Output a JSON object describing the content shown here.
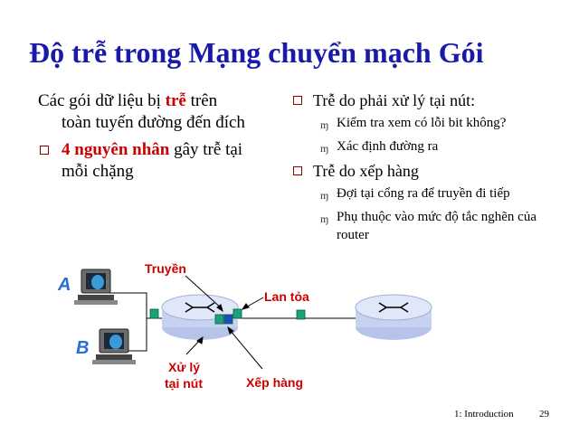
{
  "title": "Độ trễ trong Mạng chuyển mạch Gói",
  "left": {
    "intro_pre": "Các gói dữ liệu bị ",
    "intro_highlight": "trễ",
    "intro_post": " trên",
    "intro_line2": "toàn tuyến đường đến đích",
    "bullet_highlight": "4 nguyên nhân",
    "bullet_post": " gây trễ tại",
    "bullet_line2": "mỗi chặng"
  },
  "right": {
    "item1": "Trễ do phải xử lý tại nút:",
    "item1_sub1": "Kiểm tra xem có lỗi bit không?",
    "item1_sub2": "Xác định đường ra",
    "item2": "Trễ do xếp hàng",
    "item2_sub1": "Đợi tại cổng ra để truyền đi tiếp",
    "item2_sub2": "Phụ thuộc vào mức độ tắc nghẽn của router"
  },
  "diagram": {
    "host_a": "A",
    "host_b": "B",
    "label_transmit": "Truyền",
    "label_propagate": "Lan tỏa",
    "label_process_1": "Xử lý",
    "label_process_2": "tại nút",
    "label_queue": "Xếp hàng"
  },
  "footer": {
    "chapter": "1: Introduction",
    "page": "29"
  },
  "colors": {
    "title": "#1a1aa8",
    "highlight": "#cc0000",
    "host_label": "#2a6fd6",
    "packet": "#1aa37a",
    "router": "#c6d3f0"
  }
}
